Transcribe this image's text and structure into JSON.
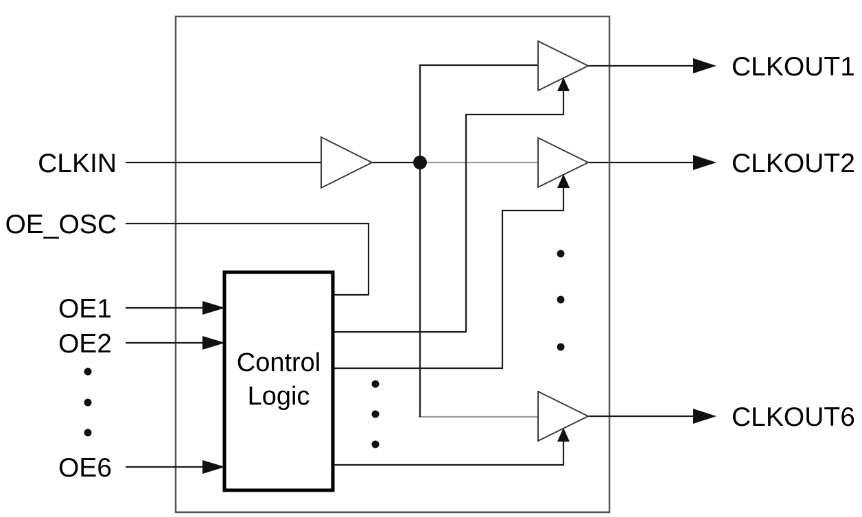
{
  "diagram_type": "block-diagram",
  "inputs": {
    "clkin": "CLKIN",
    "oe_osc": "OE_OSC",
    "oe1": "OE1",
    "oe2": "OE2",
    "oe6": "OE6"
  },
  "outputs": {
    "clkout1": "CLKOUT1",
    "clkout2": "CLKOUT2",
    "clkout6": "CLKOUT6"
  },
  "control_block": {
    "line1": "Control",
    "line2": "Logic"
  },
  "colors": {
    "wire": "#1a1a1a",
    "wire_gray": "#9a9a9a",
    "outer_box": "#555555",
    "block_border": "#000000",
    "text": "#000000",
    "background": "#ffffff"
  }
}
